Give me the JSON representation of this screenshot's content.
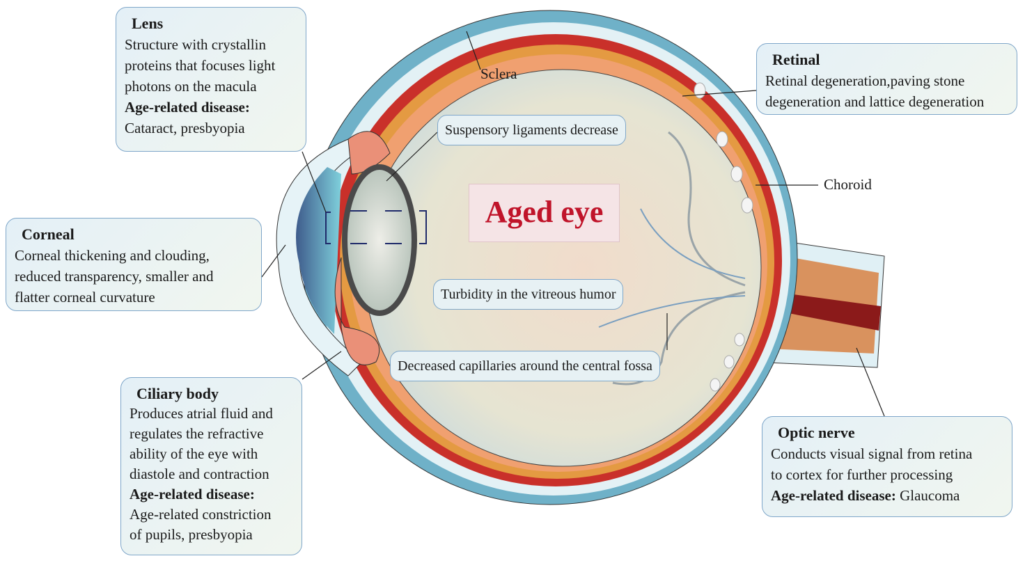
{
  "title": "Aged eye",
  "labels": {
    "sclera": "Sclera",
    "choroid": "Choroid"
  },
  "lens": {
    "heading": "Lens",
    "lines": [
      "Structure with crystallin",
      "proteins that focuses light",
      "photons on the macula"
    ],
    "disease_label": "Age-related disease:",
    "disease": "Cataract, presbyopia"
  },
  "corneal": {
    "heading": "Corneal",
    "lines": [
      "Corneal thickening and clouding,",
      "reduced transparency, smaller and",
      "flatter corneal curvature"
    ]
  },
  "ciliary": {
    "heading": "Ciliary body",
    "lines": [
      "Produces atrial fluid and",
      "regulates the refractive",
      "ability of the eye with",
      "diastole and contraction"
    ],
    "disease_label": "Age-related disease:",
    "disease_lines": [
      "Age-related constriction",
      "of pupils, presbyopia"
    ]
  },
  "retinal": {
    "heading": "Retinal",
    "lines": [
      "Retinal degeneration,paving stone",
      "degeneration and lattice degeneration"
    ]
  },
  "optic": {
    "heading": "Optic nerve",
    "lines": [
      "Conducts visual signal from retina",
      "to cortex for further processing"
    ],
    "disease_label": "Age-related disease:",
    "disease": "Glaucoma"
  },
  "callouts": {
    "suspensory": "Suspensory ligaments decrease",
    "turbidity": "Turbidity in the vitreous humor",
    "capillaries": "Decreased capillaries around the central fossa"
  }
}
